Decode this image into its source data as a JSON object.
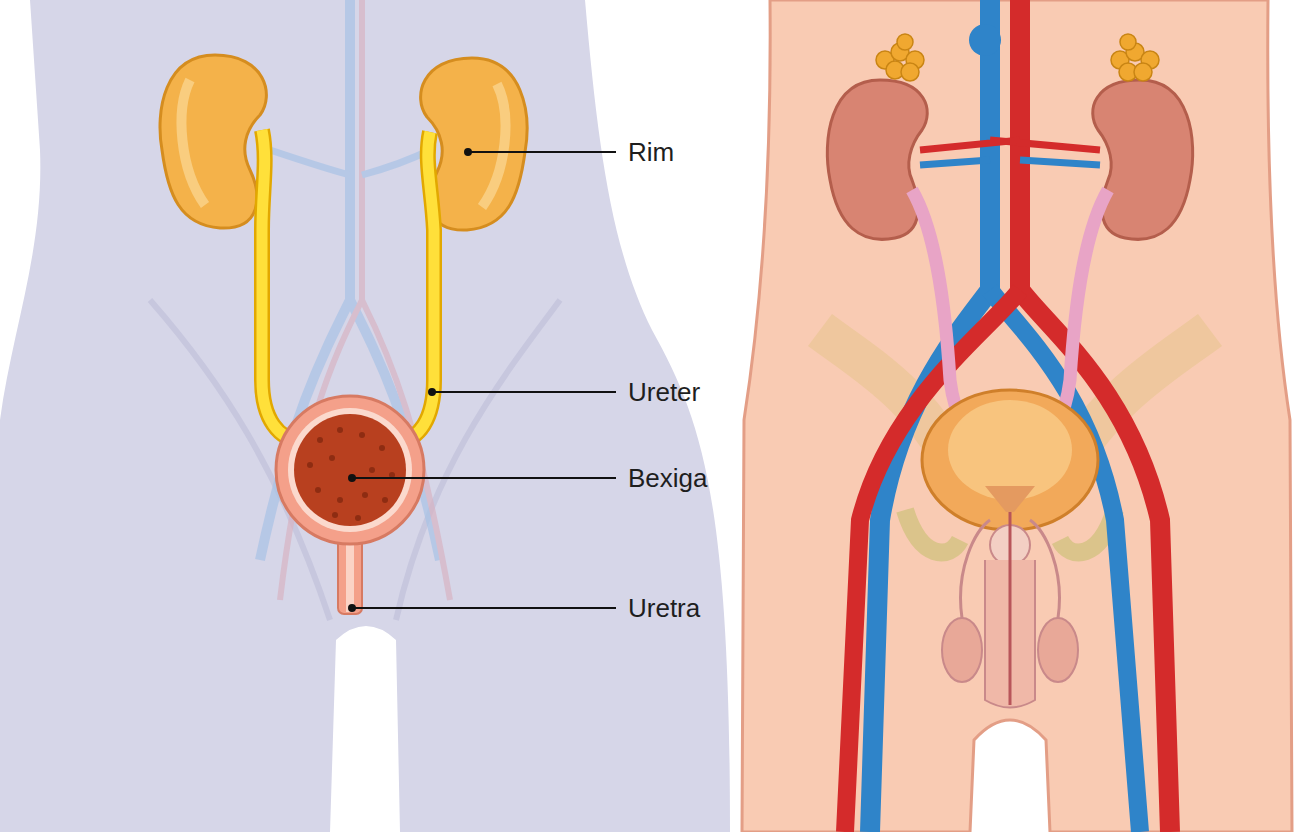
{
  "diagram": {
    "labels": [
      "Rim",
      "Ureter",
      "Bexiga",
      "Uretra"
    ]
  }
}
